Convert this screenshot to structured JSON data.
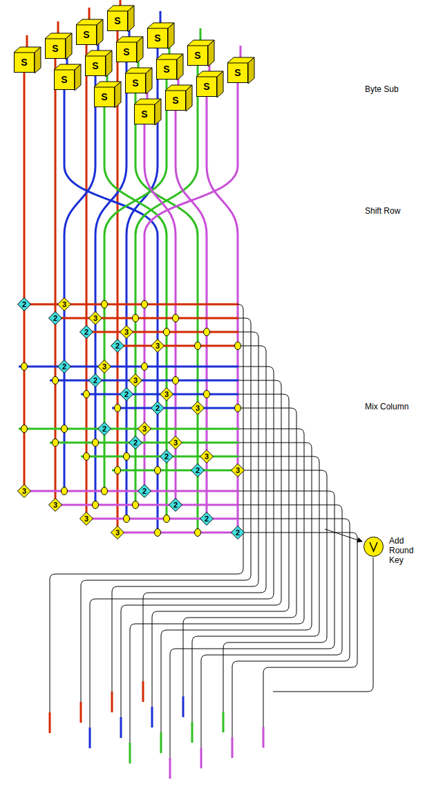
{
  "diagram": {
    "nodes": [
      {
        "text": [
          "S"
        ]
      },
      {
        "text": [
          "S"
        ]
      },
      {
        "text": [
          "S"
        ]
      },
      {
        "text": [
          "S"
        ]
      },
      {
        "text": [
          "S"
        ]
      },
      {
        "text": [
          "S"
        ]
      },
      {
        "text": [
          "S"
        ]
      },
      {
        "text": [
          "S"
        ]
      },
      {
        "text": [
          "S"
        ]
      },
      {
        "text": [
          "S"
        ]
      },
      {
        "text": [
          "S"
        ]
      },
      {
        "text": [
          "S"
        ]
      },
      {
        "text": [
          "S"
        ]
      },
      {
        "text": [
          "S"
        ]
      },
      {
        "text": [
          "S"
        ]
      },
      {
        "text": [
          "S"
        ]
      },
      {
        "text": [
          "2"
        ]
      },
      {
        "text": [
          "3"
        ]
      },
      {
        "text": [
          "2"
        ]
      },
      {
        "text": [
          "3"
        ]
      },
      {
        "text": [
          "2"
        ]
      },
      {
        "text": [
          "3"
        ]
      },
      {
        "text": [
          "2"
        ]
      },
      {
        "text": [
          "3"
        ]
      },
      {
        "text": [
          "2"
        ]
      },
      {
        "text": [
          "3"
        ]
      },
      {
        "text": [
          "2"
        ]
      },
      {
        "text": [
          "3"
        ]
      },
      {
        "text": [
          "2"
        ]
      },
      {
        "text": [
          "3"
        ]
      },
      {
        "text": [
          "2"
        ]
      },
      {
        "text": [
          "3"
        ]
      },
      {
        "text": [
          "2"
        ]
      },
      {
        "text": [
          "3"
        ]
      },
      {
        "text": [
          "2"
        ]
      },
      {
        "text": [
          "3"
        ]
      },
      {
        "text": [
          "2"
        ]
      },
      {
        "text": [
          "3"
        ]
      },
      {
        "text": [
          "2"
        ]
      },
      {
        "text": [
          "3"
        ]
      },
      {
        "text": [
          "2"
        ]
      },
      {
        "text": [
          "3"
        ]
      },
      {
        "text": [
          "2"
        ]
      },
      {
        "text": [
          "3"
        ]
      },
      {
        "text": [
          "2"
        ]
      },
      {
        "text": [
          "3"
        ]
      },
      {
        "text": [
          "2"
        ]
      },
      {
        "text": [
          "3"
        ]
      },
      {
        "text": [
          "Add Round Key"
        ]
      }
    ],
    "labels": [
      "Byte Sub",
      "Shift Row",
      "Mix Column"
    ]
  }
}
